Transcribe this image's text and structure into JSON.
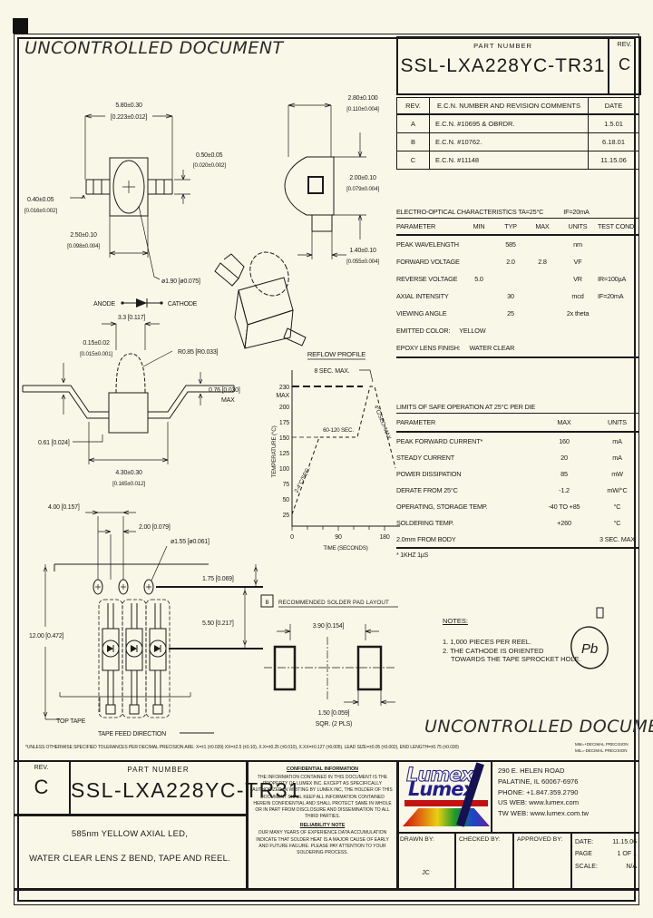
{
  "watermark": {
    "top": "UNCONTROLLED DOCUMENT",
    "bottom": "UNCONTROLLED DOCUMENT"
  },
  "header": {
    "part_label": "PART NUMBER",
    "part_number": "SSL-LXA228YC-TR31",
    "rev_label": "REV.",
    "rev": "C"
  },
  "ecn": {
    "h_rev": "REV.",
    "h_comment": "E.C.N. NUMBER AND REVISION COMMENTS",
    "h_date": "DATE",
    "rows": [
      {
        "rev": "A",
        "comment": "E.C.N. #10695 & OBRDR.",
        "date": "1.5.01"
      },
      {
        "rev": "B",
        "comment": "E.C.N. #10762.",
        "date": "6.18.01"
      },
      {
        "rev": "C",
        "comment": "E.C.N. #11148",
        "date": "11.15.06"
      }
    ]
  },
  "eo": {
    "title": "ELECTRO-OPTICAL CHARACTERISTICS TA=25°C",
    "drive": "IF=20mA",
    "h": [
      "PARAMETER",
      "MIN",
      "TYP",
      "MAX",
      "UNITS",
      "TEST COND"
    ],
    "rows": [
      {
        "p": "PEAK WAVELENGTH",
        "min": "",
        "typ": "585",
        "max": "",
        "u": "nm",
        "c": ""
      },
      {
        "p": "FORWARD VOLTAGE",
        "min": "",
        "typ": "2.0",
        "max": "2.8",
        "u": "VF",
        "c": ""
      },
      {
        "p": "REVERSE VOLTAGE",
        "min": "5.0",
        "typ": "",
        "max": "",
        "u": "VR",
        "c": "IR=100µA"
      },
      {
        "p": "AXIAL INTENSITY",
        "min": "",
        "typ": "30",
        "max": "",
        "u": "mcd",
        "c": "IF=20mA"
      },
      {
        "p": "VIEWING ANGLE",
        "min": "",
        "typ": "25",
        "max": "",
        "u": "2x theta",
        "c": ""
      }
    ],
    "color_label": "EMITTED COLOR:",
    "color_value": "YELLOW",
    "finish_label": "EPOXY LENS FINISH:",
    "finish_value": "WATER CLEAR"
  },
  "limits": {
    "title": "LIMITS OF SAFE OPERATION AT 25°C  PER DIE",
    "h": [
      "PARAMETER",
      "MAX",
      "UNITS"
    ],
    "rows": [
      {
        "p": "PEAK FORWARD CURRENT*",
        "max": "160",
        "u": "mA"
      },
      {
        "p": "STEADY CURRENT",
        "max": "20",
        "u": "mA"
      },
      {
        "p": "POWER DISSIPATION",
        "max": "85",
        "u": "mW"
      },
      {
        "p": "DERATE FROM 25°C",
        "max": "-1.2",
        "u": "mW/°C"
      },
      {
        "p": "OPERATING, STORAGE TEMP.",
        "max": "-40 TO +85",
        "u": "°C"
      },
      {
        "p": "SOLDERING TEMP.",
        "max": "+260",
        "u": "°C"
      },
      {
        "p": "2.0mm FROM BODY",
        "max": "",
        "u": "3 SEC. MAX"
      }
    ],
    "footnote": "* 1KHZ 1µS"
  },
  "dims": {
    "w_body": "5.80±0.30",
    "w_body_in": "[0.223±0.012]",
    "lead_t": "0.50±0.05",
    "lead_t_in": "[0.020±0.002]",
    "lead_w": "0.40±0.05",
    "lead_w_in": "[0.016±0.002]",
    "body_w": "2.50±0.10",
    "body_w_in": "[0.098±0.004]",
    "lens_d": "ø1.90 [ø0.075]",
    "anode": "ANODE",
    "cathode": "CATHODE",
    "side_h": "2.80±0.100",
    "side_h_in": "[0.110±0.004]",
    "side_b": "2.00±0.10",
    "side_b_in": "[0.079±0.004]",
    "tab_w": "1.40±0.10",
    "tab_w_in": "[0.055±0.004]",
    "dome_w": "3.3 [0.117]",
    "lead_th2": "0.15±0.02",
    "lead_th2_in": "[0.015±0.001]",
    "dome_r": "R0.85 [R0.033]",
    "standoff": "0.76 [0.030]",
    "standoff_max": "MAX",
    "seat": "0.61 [0.024]",
    "span": "4.30±0.30",
    "span_in": "[0.165±0.012]"
  },
  "reflow": {
    "title": "REFLOW PROFILE",
    "peak_note": "8 SEC. MAX.",
    "plateau_note": "60-120 SEC.",
    "ramp_note": "2-4°C/SEC.",
    "fall_note": "4°C/SEC. MAX",
    "yticks": [
      "230",
      "MAX",
      "200",
      "175",
      "150",
      "125",
      "100",
      "75",
      "50",
      "25"
    ],
    "xticks": [
      "0",
      "90",
      "180"
    ],
    "ylabel": "TEMPERATURE (°C)",
    "xlabel": "TIME (SECONDS)"
  },
  "chart_data": {
    "type": "line",
    "title": "REFLOW PROFILE",
    "xlabel": "TIME (SECONDS)",
    "ylabel": "TEMPERATURE (°C)",
    "x": [
      0,
      50,
      130,
      150,
      158,
      195
    ],
    "y": [
      25,
      150,
      150,
      230,
      230,
      100
    ],
    "xlim": [
      0,
      210
    ],
    "ylim": [
      0,
      245
    ],
    "yticks": [
      25,
      50,
      75,
      100,
      125,
      150,
      175,
      200,
      230
    ],
    "xticks": [
      0,
      90,
      180
    ],
    "annotations": [
      "8 SEC. MAX.",
      "60-120 SEC.",
      "2-4°C/SEC.",
      "4°C/SEC. MAX"
    ],
    "legend_position": "none",
    "grid": false
  },
  "tape": {
    "pitch": "4.00 [0.157]",
    "half_pitch": "2.00 [0.079]",
    "hole_d": "ø1.55 [ø0.061]",
    "edge": "1.75 [0.069]",
    "center": "5.50 [0.217]",
    "width": "12.00 [0.472]",
    "top_tape": "TOP TAPE",
    "feed": "TAPE FEED DIRECTION"
  },
  "pads": {
    "marker": "B",
    "title": "RECOMMENDED SOLDER PAD LAYOUT",
    "gap": "3.90 [0.154]",
    "size": "1.50 [0.059]",
    "size2": "SQR. (2 PLS)"
  },
  "notes": {
    "title": "NOTES:",
    "n1": "1. 1,000 PIECES PER REEL.",
    "n2a": "2. THE CATHODE IS ORIENTED",
    "n2b": "TOWARDS THE TAPE SPROCKET HOLE.",
    "pb": "Pb"
  },
  "tolerance": {
    "main": "*UNLESS OTHERWISE SPECIFIED TOLERANCES PER DECIMAL PRECISION ARE: X=±1 (±0.039) XX=±2.5 (±0.10), X.X=±0.25 (±0.010), X.XX=±0.127 (±0.005).  LEAD SIZE=±0.05 (±0.002), END LENGTH=±0.75 (±0.030)",
    "mm": "MM=+DECIMAL PRECISION",
    "mil": "MIL=-DECIMAL PRECISION"
  },
  "footer": {
    "rev_label": "REV.",
    "rev": "C",
    "part_label": "PART NUMBER",
    "part_number": "SSL-LXA228YC-TR31",
    "desc1": "585nm YELLOW AXIAL LED,",
    "desc2": "WATER CLEAR LENS Z BEND, TAPE AND REEL.",
    "conf_title": "CONFIDENTIAL INFORMATION",
    "conf_text": "THE INFORMATION CONTAINED IN THIS DOCUMENT IS THE PROPERTY OF LUMEX INC.  EXCEPT AS SPECIFICALLY AUTHORIZED IN WRITING BY LUMEX INC, THE HOLDER OF THIS DOCUMENT SHALL KEEP ALL INFORMATION CONTAINED HEREIN CONFIDENTIAL AND SHALL PROTECT SAME IN WHOLE OR IN PART FROM DISCLOSURE AND DISSEMINATION TO ALL THIRD PARTIES.",
    "rel_title": "RELIABILITY NOTE",
    "rel_text": "OUR MANY YEARS OF EXPERIENCE DATA ACCUMULATION INDICATE THAT SOLDER HEAT IS A MAJOR CAUSE OF EARLY AND FUTURE FAILURE. PLEASE PAY ATTENTION TO YOUR SOLDERING PROCESS.",
    "logo_text": "Lumex",
    "address": [
      "290 E. HELEN ROAD",
      "PALATINE, IL  60067-6976",
      "PHONE: +1.847.359.2790",
      "US WEB: www.lumex.com",
      "TW WEB: www.lumex.com.tw"
    ],
    "drawn_label": "DRAWN BY:",
    "drawn_value": "JC",
    "checked_label": "CHECKED BY:",
    "approved_label": "APPROVED BY:",
    "date_label": "DATE:",
    "date_value": "11.15.06",
    "page_label": "PAGE",
    "page_value": "1 OF 1",
    "scale_label": "SCALE:",
    "scale_value": "N/A"
  }
}
